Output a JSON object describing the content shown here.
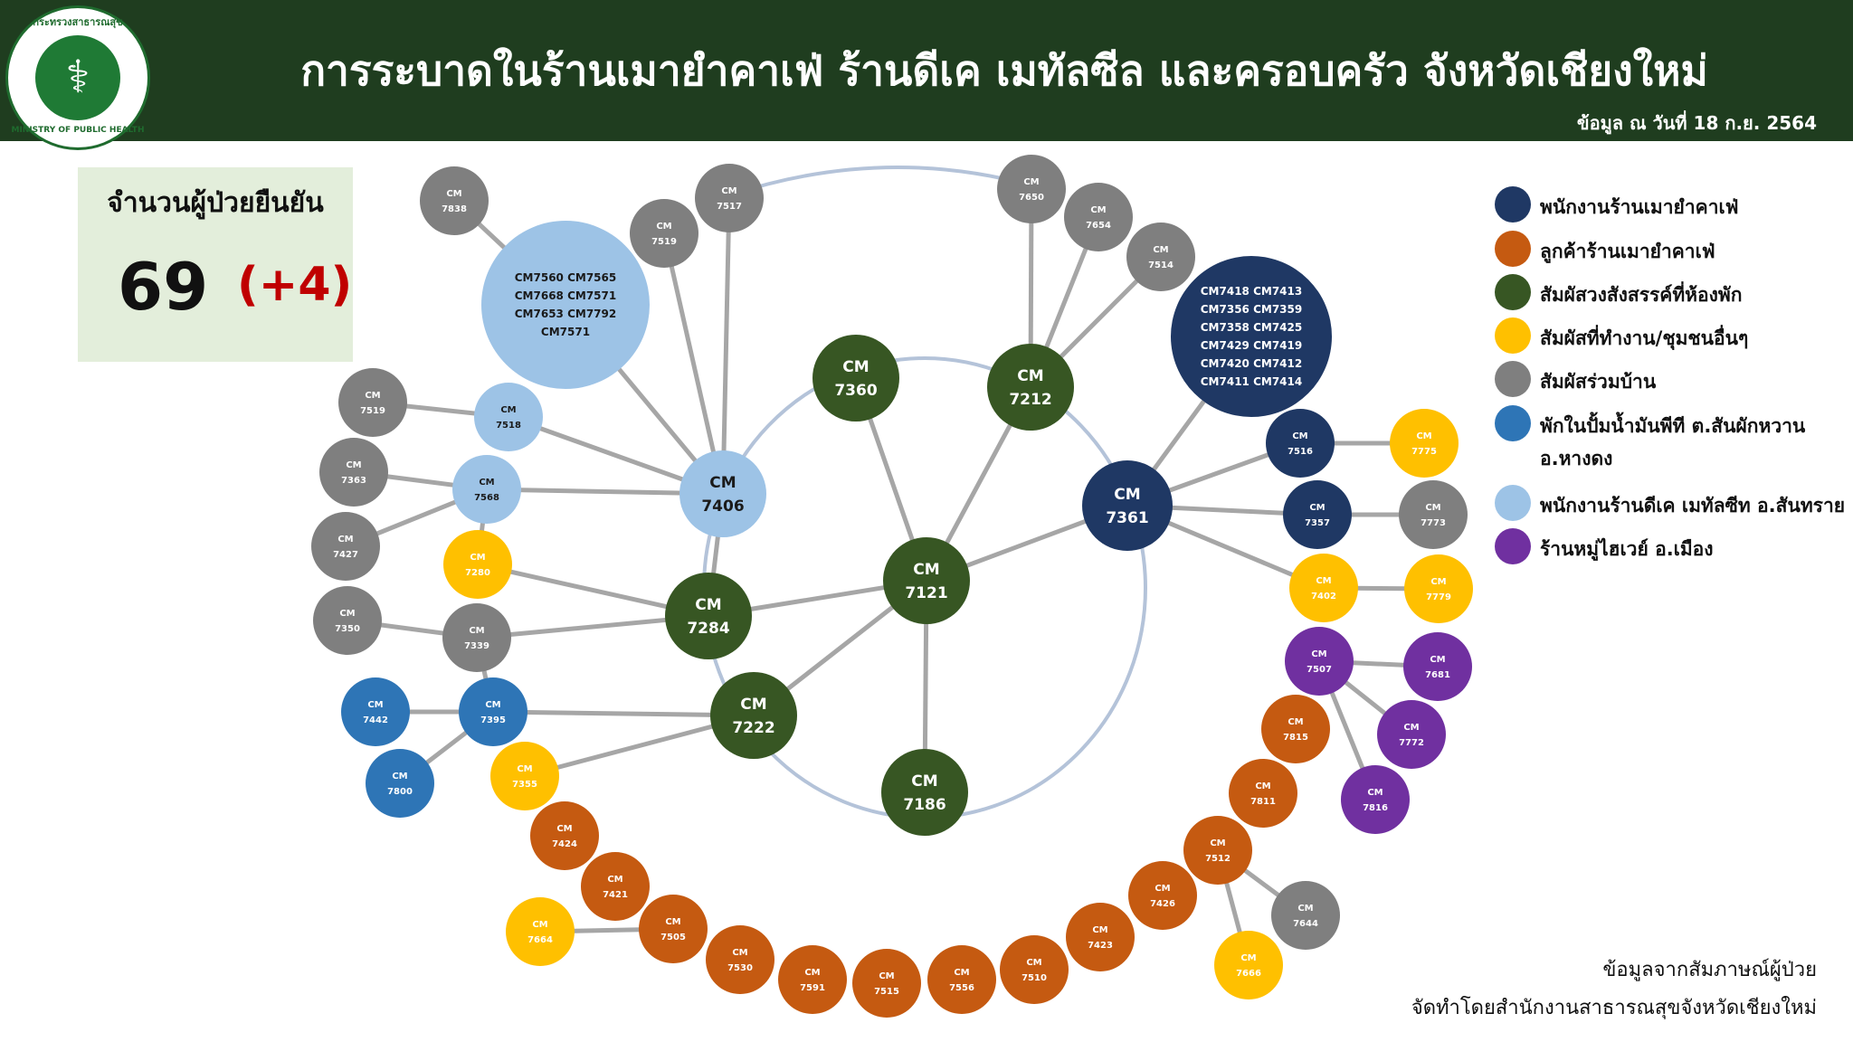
{
  "header": {
    "title": "การระบาดในร้านเมายำคาเฟ่ ร้านดีเค เมทัลซีล และครอบครัว จังหวัดเชียงใหม่",
    "as_of": "ข้อมูล ณ วันที่ 18 ก.ย. 2564",
    "logo_text": "กระทรวงสาธารณสุข",
    "logo_text_en": "MINISTRY OF PUBLIC HEALTH"
  },
  "count": {
    "label": "จำนวนผู้ป่วยยืนยัน",
    "value": "69",
    "delta": "(+4)"
  },
  "legend": [
    {
      "label": "พนักงานร้านเมายำคาเฟ่",
      "color": "#1f3864"
    },
    {
      "label": "ลูกค้าร้านเมายำคาเฟ่",
      "color": "#c55a11"
    },
    {
      "label": "สัมผัสวงสังสรรค์ที่ห้องพัก",
      "color": "#375623"
    },
    {
      "label": "สัมผัสที่ทำงาน/ชุมชนอื่นๆ",
      "color": "#ffc000"
    },
    {
      "label": "สัมผัสร่วมบ้าน",
      "color": "#7f7f7f"
    },
    {
      "label": "พักในปั้มน้ำมันพีที ต.สันผักหวาน",
      "label2": "อ.หางดง",
      "color": "#2e75b6"
    },
    {
      "label": "พนักงานร้านดีเค เมทัลซีท อ.สันทราย",
      "color": "#9dc3e6"
    },
    {
      "label": "ร้านหมู่ไฮเวย์ อ.เมือง",
      "color": "#7030a0"
    }
  ],
  "footer": {
    "line1": "ข้อมูลจากสัมภาษณ์ผู้ป่วย",
    "line2": "จัดทำโดยสำนักงานสาธารณสุขจังหวัดเชียงใหม่"
  },
  "groups": {
    "mayum_staff": "#1f3864",
    "mayum_customer": "#c55a11",
    "party": "#375623",
    "work_community": "#ffc000",
    "household": "#7f7f7f",
    "pt_station": "#2e75b6",
    "dk_staff": "#9dc3e6",
    "highway": "#7030a0"
  },
  "nodes": [
    {
      "id": "7121",
      "label": "CM\n7121",
      "group": "party"
    },
    {
      "id": "7360",
      "label": "CM\n7360",
      "group": "party"
    },
    {
      "id": "7212",
      "label": "CM\n7212",
      "group": "party"
    },
    {
      "id": "7284",
      "label": "CM\n7284",
      "group": "party"
    },
    {
      "id": "7222",
      "label": "CM\n7222",
      "group": "party"
    },
    {
      "id": "7186",
      "label": "CM\n7186",
      "group": "party"
    },
    {
      "id": "7361",
      "label": "CM\n7361",
      "group": "mayum_staff"
    },
    {
      "id": "7406",
      "label": "CM\n7406",
      "group": "dk_staff"
    },
    {
      "id": "dkcluster",
      "label": "CM7560 CM7565\nCM7668 CM7571\nCM7653 CM7792\nCM7571",
      "group": "dk_staff"
    },
    {
      "id": "staffcluster",
      "label": "CM7418 CM7413\nCM7356 CM7359\nCM7358 CM7425\nCM7429 CM7419\nCM7420 CM7412\nCM7411 CM7414",
      "group": "mayum_staff"
    },
    {
      "id": "7838",
      "label": "CM\n7838",
      "group": "household"
    },
    {
      "id": "7517",
      "label": "CM\n7517",
      "group": "household"
    },
    {
      "id": "7519b",
      "label": "CM\n7519",
      "group": "household"
    },
    {
      "id": "7518",
      "label": "CM\n7518",
      "group": "dk_staff"
    },
    {
      "id": "7519a",
      "label": "CM\n7519",
      "group": "household"
    },
    {
      "id": "7363",
      "label": "CM\n7363",
      "group": "household"
    },
    {
      "id": "7568",
      "label": "CM\n7568",
      "group": "dk_staff"
    },
    {
      "id": "7427",
      "label": "CM\n7427",
      "group": "household"
    },
    {
      "id": "7280",
      "label": "CM\n7280",
      "group": "work_community"
    },
    {
      "id": "7350",
      "label": "CM\n7350",
      "group": "household"
    },
    {
      "id": "7339",
      "label": "CM\n7339",
      "group": "household"
    },
    {
      "id": "7442",
      "label": "CM\n7442",
      "group": "pt_station"
    },
    {
      "id": "7395",
      "label": "CM\n7395",
      "group": "pt_station"
    },
    {
      "id": "7800",
      "label": "CM\n7800",
      "group": "pt_station"
    },
    {
      "id": "7355",
      "label": "CM\n7355",
      "group": "work_community"
    },
    {
      "id": "7424",
      "label": "CM\n7424",
      "group": "mayum_customer"
    },
    {
      "id": "7421",
      "label": "CM\n7421",
      "group": "mayum_customer"
    },
    {
      "id": "7664",
      "label": "CM\n7664",
      "group": "work_community"
    },
    {
      "id": "7505",
      "label": "CM\n7505",
      "group": "mayum_customer"
    },
    {
      "id": "7530",
      "label": "CM\n7530",
      "group": "mayum_customer"
    },
    {
      "id": "7591",
      "label": "CM\n7591",
      "group": "mayum_customer"
    },
    {
      "id": "7515",
      "label": "CM\n7515",
      "group": "mayum_customer"
    },
    {
      "id": "7556",
      "label": "CM\n7556",
      "group": "mayum_customer"
    },
    {
      "id": "7510",
      "label": "CM\n7510",
      "group": "mayum_customer"
    },
    {
      "id": "7423",
      "label": "CM\n7423",
      "group": "mayum_customer"
    },
    {
      "id": "7426",
      "label": "CM\n7426",
      "group": "mayum_customer"
    },
    {
      "id": "7512",
      "label": "CM\n7512",
      "group": "mayum_customer"
    },
    {
      "id": "7811",
      "label": "CM\n7811",
      "group": "mayum_customer"
    },
    {
      "id": "7815",
      "label": "CM\n7815",
      "group": "mayum_customer"
    },
    {
      "id": "7644",
      "label": "CM\n7644",
      "group": "household"
    },
    {
      "id": "7666",
      "label": "CM\n7666",
      "group": "work_community"
    },
    {
      "id": "7650",
      "label": "CM\n7650",
      "group": "household"
    },
    {
      "id": "7654",
      "label": "CM\n7654",
      "group": "household"
    },
    {
      "id": "7514",
      "label": "CM\n7514",
      "group": "household"
    },
    {
      "id": "7516",
      "label": "CM\n7516",
      "group": "mayum_staff"
    },
    {
      "id": "7775",
      "label": "CM\n7775",
      "group": "work_community"
    },
    {
      "id": "7357",
      "label": "CM\n7357",
      "group": "mayum_staff"
    },
    {
      "id": "7773",
      "label": "CM\n7773",
      "group": "household"
    },
    {
      "id": "7402",
      "label": "CM\n7402",
      "group": "work_community"
    },
    {
      "id": "7779",
      "label": "CM\n7779",
      "group": "work_community"
    },
    {
      "id": "7507",
      "label": "CM\n7507",
      "group": "highway"
    },
    {
      "id": "7681",
      "label": "CM\n7681",
      "group": "highway"
    },
    {
      "id": "7772",
      "label": "CM\n7772",
      "group": "highway"
    },
    {
      "id": "7816",
      "label": "CM\n7816",
      "group": "highway"
    }
  ],
  "edges": [
    [
      "7121",
      "7360"
    ],
    [
      "7121",
      "7212"
    ],
    [
      "7121",
      "7284"
    ],
    [
      "7121",
      "7222"
    ],
    [
      "7121",
      "7186"
    ],
    [
      "7121",
      "7361"
    ],
    [
      "7284",
      "7406"
    ],
    [
      "7406",
      "7517"
    ],
    [
      "7406",
      "dkcluster"
    ],
    [
      "7406",
      "7518"
    ],
    [
      "7406",
      "7568"
    ],
    [
      "dkcluster",
      "7838"
    ],
    [
      "7518",
      "7519a"
    ],
    [
      "7568",
      "7363"
    ],
    [
      "7568",
      "7427"
    ],
    [
      "7568",
      "7280"
    ],
    [
      "7280",
      "7284"
    ],
    [
      "7339",
      "7350"
    ],
    [
      "7339",
      "7284"
    ],
    [
      "7222",
      "7395"
    ],
    [
      "7222",
      "7355"
    ],
    [
      "7395",
      "7442"
    ],
    [
      "7395",
      "7800"
    ],
    [
      "7395",
      "7339"
    ],
    [
      "7212",
      "7650"
    ],
    [
      "7212",
      "7654"
    ],
    [
      "7212",
      "7514"
    ],
    [
      "7361",
      "staffcluster"
    ],
    [
      "7361",
      "7516"
    ],
    [
      "7361",
      "7357"
    ],
    [
      "7361",
      "7402"
    ],
    [
      "7516",
      "7775"
    ],
    [
      "7357",
      "7773"
    ],
    [
      "7402",
      "7779"
    ],
    [
      "7507",
      "7681"
    ],
    [
      "7507",
      "7772"
    ],
    [
      "7507",
      "7816"
    ],
    [
      "7512",
      "7644"
    ],
    [
      "7512",
      "7666"
    ],
    [
      "7664",
      "7505"
    ]
  ]
}
